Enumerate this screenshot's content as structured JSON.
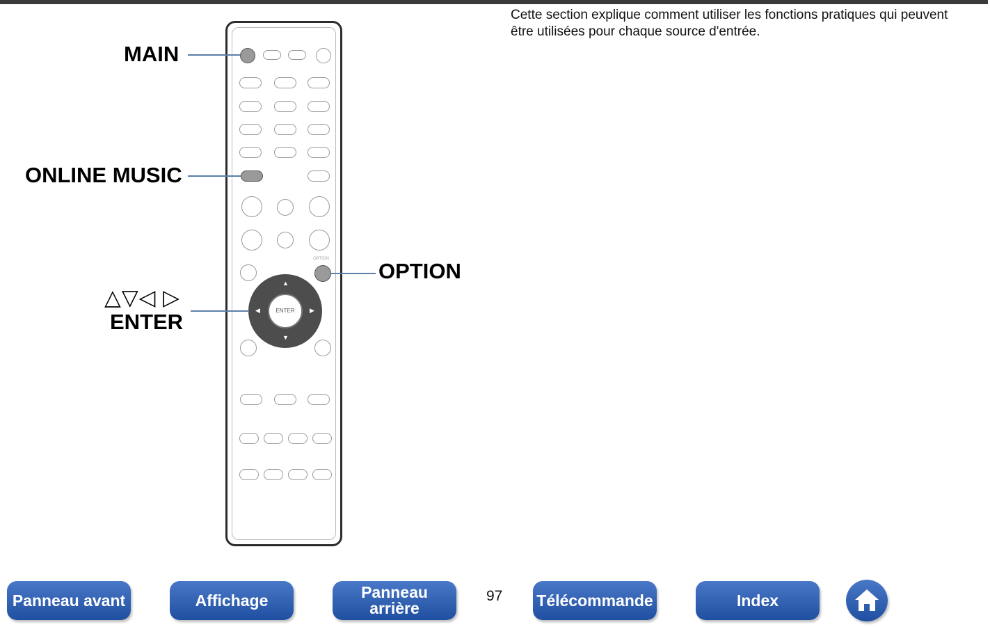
{
  "description": "Cette section explique comment utiliser les fonctions pratiques qui peuvent être utilisées pour chaque source d'entrée.",
  "callouts": {
    "main": "MAIN",
    "online_music": "ONLINE MUSIC",
    "option": "OPTION",
    "arrows": "△▽◁ ▷",
    "enter": "ENTER"
  },
  "remote": {
    "dpad_center": "ENTER",
    "option_key": "OPTION"
  },
  "page_number": "97",
  "nav": {
    "panneau_avant": "Panneau avant",
    "affichage": "Affichage",
    "panneau_arriere": "Panneau arrière",
    "telecommande": "Télécommande",
    "index": "Index",
    "home_icon": "home-icon"
  },
  "colors": {
    "nav_button": "#2d5fb3",
    "leader_line": "#5a7fa8"
  }
}
